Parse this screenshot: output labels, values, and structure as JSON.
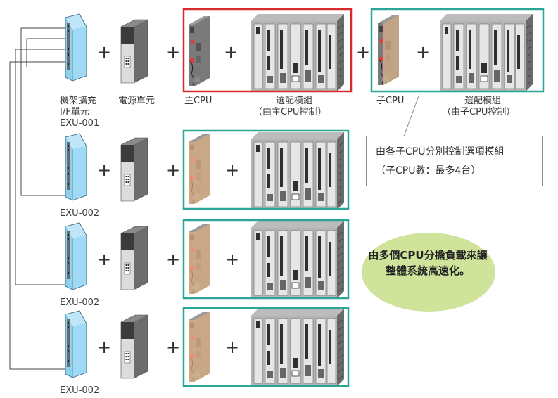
{
  "labels": {
    "exu001_line1": "機架擴充",
    "exu001_line2": "I/F單元",
    "exu001_line3": "EXU-001",
    "power_unit": "電源單元",
    "main_cpu": "主CPU",
    "option_main_line1": "選配模組",
    "option_main_line2": "（由主CPU控制）",
    "sub_cpu": "子CPU",
    "option_sub_line1": "選配模組",
    "option_sub_line2": "（由子CPU控制）",
    "exu002_row2": "EXU-002",
    "exu002_row3": "EXU-002",
    "exu002_row4": "EXU-002"
  },
  "callout": {
    "line1": "由各子CPU分別控制選項模組",
    "line2": "（子CPU數：最多4台）"
  },
  "highlight_note": {
    "line1": "由多個CPU分擔負載來讓",
    "line2": "整體系統高速化。"
  },
  "operator_symbol": "+",
  "colors": {
    "main_cpu_frame": "#d92b2b",
    "sub_cpu_frame": "#2aa596",
    "expansion_unit": "#9fd9f3",
    "sub_cpu_body": "#fbc78f",
    "note_ellipse": "#cfe39a"
  }
}
